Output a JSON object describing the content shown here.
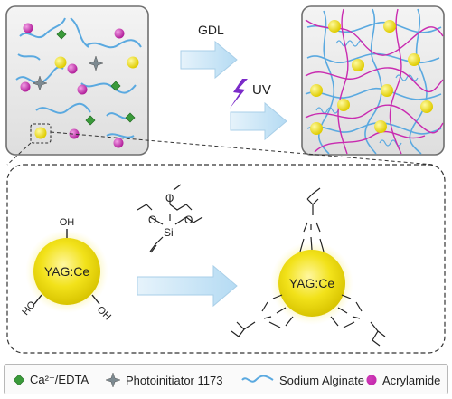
{
  "labels": {
    "gdl": "GDL",
    "uv": "UV",
    "particle_left": "YAG:Ce",
    "particle_right": "YAG:Ce",
    "oh_top": "OH",
    "oh_left": "HO",
    "oh_right": "OH",
    "silane_si": "Si",
    "silane_o1": "O",
    "silane_o2": "O",
    "silane_o3": "O"
  },
  "legend": [
    {
      "label": "Ca²⁺/EDTA",
      "icon": "green-diamond-icon"
    },
    {
      "label": "Photoinitiator 1173",
      "icon": "star-icon"
    },
    {
      "label": "Sodium Alginate",
      "icon": "wavy-line-icon"
    },
    {
      "label": "Acrylamide",
      "icon": "magenta-dot-icon"
    }
  ],
  "colors": {
    "alginate": "#5aa9e0",
    "acrylamide": "#c92bb0",
    "ca_edta": "#3a9a3a",
    "particle": "#f2e21a",
    "arrow": "#bfe0f5",
    "uv_bolt": "#7b2bc9",
    "panel_bg": "#ececec"
  }
}
